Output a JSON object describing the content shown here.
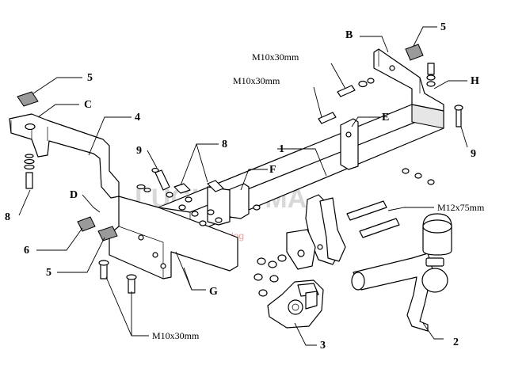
{
  "watermark": {
    "main": "LUGI HAUMA",
    "sub": "Parts catalog"
  },
  "callouts": {
    "B": "B",
    "C": "C",
    "D": "D",
    "E": "E",
    "F": "F",
    "G": "G",
    "H": "H",
    "n1": "1",
    "n2": "2",
    "n3": "3",
    "n4": "4",
    "n5a": "5",
    "n5b": "5",
    "n5c": "5",
    "n6": "6",
    "n8a": "8",
    "n8b": "8",
    "n9a": "9",
    "n9b": "9"
  },
  "bolt_labels": {
    "m10_top": "M10x30mm",
    "m10_mid": "M10x30mm",
    "m12": "M12x75mm",
    "m10_bottom": "M10x30mm"
  }
}
